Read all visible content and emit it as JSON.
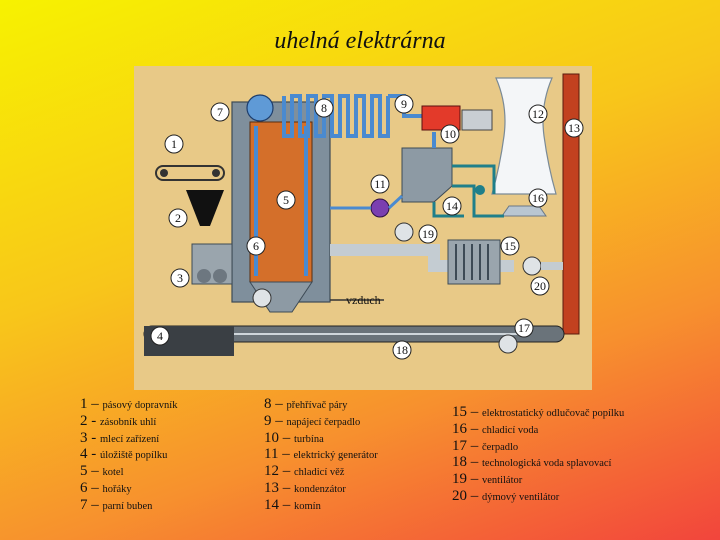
{
  "title": "uhelná elektrárna",
  "diagram": {
    "markers": [
      "1",
      "2",
      "3",
      "4",
      "5",
      "6",
      "7",
      "8",
      "9",
      "10",
      "11",
      "12",
      "13",
      "14",
      "15",
      "16",
      "17",
      "18",
      "19",
      "20"
    ],
    "air_label": "vzduch"
  },
  "legend": {
    "columns": [
      [
        {
          "num": "1",
          "sep": "–",
          "text": "pásový dopravník"
        },
        {
          "num": "2",
          "sep": "-",
          "text": "zásobník uhlí"
        },
        {
          "num": "3",
          "sep": "-",
          "text": "mlecí zařízení"
        },
        {
          "num": "4",
          "sep": "-",
          "text": "úložiště popílku"
        },
        {
          "num": "5",
          "sep": "–",
          "text": "kotel"
        },
        {
          "num": "6",
          "sep": "–",
          "text": "hořáky"
        },
        {
          "num": "7",
          "sep": "–",
          "text": "parní buben"
        }
      ],
      [
        {
          "num": "8",
          "sep": "–",
          "text": "přehřívač páry"
        },
        {
          "num": "9",
          "sep": "–",
          "text": "napájecí čerpadlo"
        },
        {
          "num": "10",
          "sep": "–",
          "text": "turbína"
        },
        {
          "num": "11",
          "sep": "–",
          "text": "elektrický generátor"
        },
        {
          "num": "12",
          "sep": "–",
          "text": "chladicí věž"
        },
        {
          "num": "13",
          "sep": "–",
          "text": "kondenzátor"
        },
        {
          "num": "14",
          "sep": "–",
          "text": "komín"
        }
      ],
      [
        {
          "num": "15",
          "sep": "–",
          "text": "elektrostatický odlučovač popílku"
        },
        {
          "num": "16",
          "sep": "–",
          "text": "chladicí voda"
        },
        {
          "num": "17",
          "sep": "–",
          "text": "čerpadlo"
        },
        {
          "num": "18",
          "sep": "–",
          "text": "technologická voda splavovací"
        },
        {
          "num": "19",
          "sep": "–",
          "text": "ventilátor"
        },
        {
          "num": "20",
          "sep": "–",
          "text": "dýmový ventilátor"
        }
      ]
    ]
  }
}
